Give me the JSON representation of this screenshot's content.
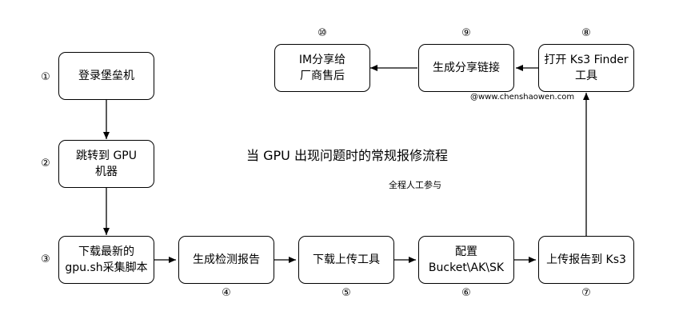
{
  "title": "当 GPU 出现问题时的常规报修流程",
  "subtitle": "全程人工参与",
  "watermark": "@www.chenshaowen.com",
  "steps": [
    {
      "num": "①",
      "label": "登录堡垒机"
    },
    {
      "num": "②",
      "label": "跳转到 GPU\n机器"
    },
    {
      "num": "③",
      "label": "下载最新的\ngpu.sh采集脚本"
    },
    {
      "num": "④",
      "label": "生成检测报告"
    },
    {
      "num": "⑤",
      "label": "下载上传工具"
    },
    {
      "num": "⑥",
      "label": "配置\nBucket\\AK\\SK"
    },
    {
      "num": "⑦",
      "label": "上传报告到 Ks3"
    },
    {
      "num": "⑧",
      "label": "打开 Ks3 Finder\n工具"
    },
    {
      "num": "⑨",
      "label": "生成分享链接"
    },
    {
      "num": "⑩",
      "label": "IM分享给\n厂商售后"
    }
  ]
}
